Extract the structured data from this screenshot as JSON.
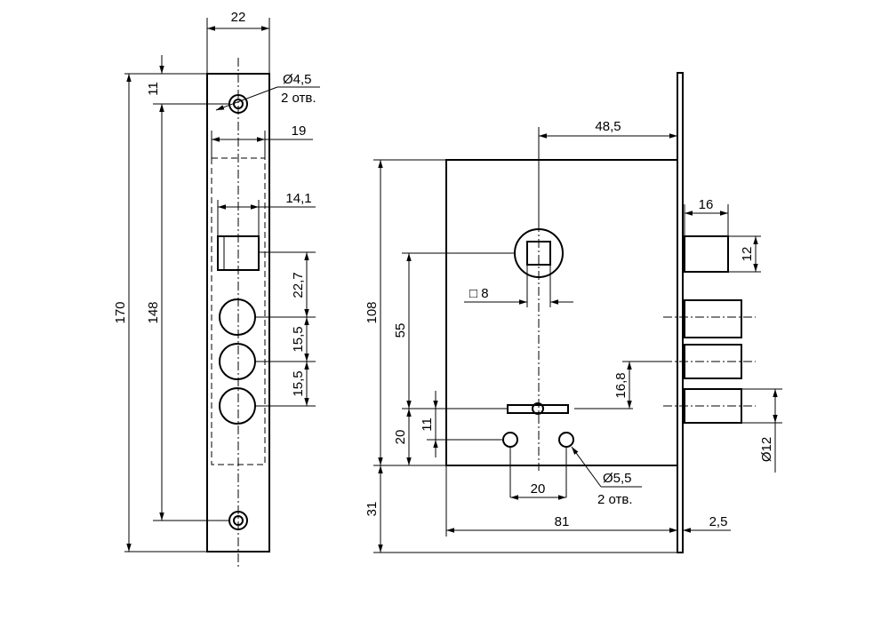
{
  "dimensions": {
    "plate_width": "22",
    "hole_diameter": "Ø4,5",
    "hole_count": "2 отв.",
    "hole_offset": "11",
    "inner_width": "19",
    "latch_width": "14,1",
    "total_height": "170",
    "hole_spacing": "148",
    "pitch_1": "22,7",
    "pitch_2": "15,5",
    "pitch_3": "15,5",
    "backset": "48,5",
    "body_height": "108",
    "spindle_to_key": "55",
    "spindle_square": "□ 8",
    "key_to_bolt": "16,8",
    "key_hole_offset": "11",
    "key_to_bottom": "20",
    "key_hole_diameter": "Ø5,5",
    "key_hole_count": "2 отв.",
    "key_hole_spacing": "20",
    "lower_extension": "31",
    "body_depth": "81",
    "plate_thickness": "2,5",
    "latch_depth": "16",
    "latch_height": "12",
    "bolt_diameter": "Ø12"
  }
}
